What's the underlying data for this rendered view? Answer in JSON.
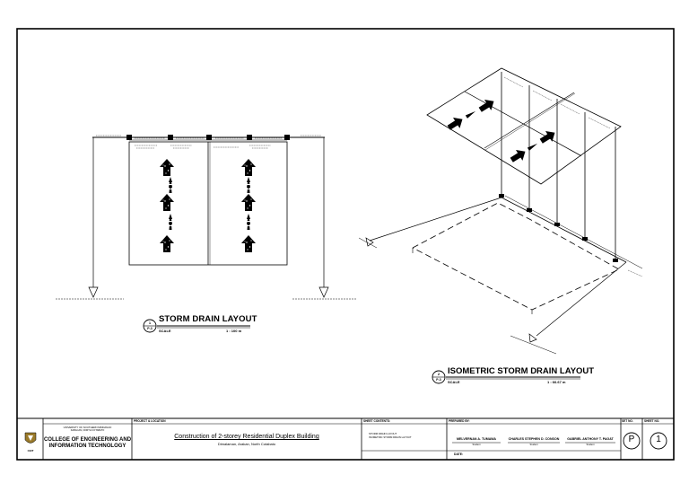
{
  "drawings": {
    "plan": {
      "title": "STORM DRAIN LAYOUT",
      "scale_label": "SCALE",
      "scale_value": "1 : 100 m",
      "callout_num": "1",
      "callout_sheet": "P-3"
    },
    "isometric": {
      "title": "ISOMETRIC STORM DRAIN LAYOUT",
      "scale_label": "SCALE",
      "scale_value": "1 : 66.67 m",
      "callout_num": "2",
      "callout_sheet": "P-3"
    }
  },
  "title_block": {
    "university_line1": "UNIVERSITY OF SOUTHERN MINDANAO",
    "university_line2": "KABACAN, NORTH COTABATO",
    "logo_text": "CEIT",
    "college_line1": "COLLEGE OF ENGINEERING AND",
    "college_line2": "INFORMATION TECHNOLOGY",
    "project_label": "PROJECT & LOCATION",
    "project_title": "Construction of 2-storey Residential Duplex Building",
    "project_location": "Dimalaman, Arakan, North Cotabato",
    "sheet_contents_label": "SHEET CONTENTS:",
    "sheet_contents_line1": "STORM DRAIN LAYOUT",
    "sheet_contents_line2": "ISOMETRIC STORM DRAIN LAYOUT",
    "prepared_by_label": "PREPARED BY:",
    "preparers": [
      {
        "name": "MELVERNAN A. TUMAWA",
        "role": "Student"
      },
      {
        "name": "CHARLES STEPHEN D. CONSON",
        "role": "Student"
      },
      {
        "name": "GABRIEL ANTHONY T. PAGAT",
        "role": "Student"
      }
    ],
    "date_label": "DATE:",
    "set_no_label": "SET NO.",
    "set_no_value": "P",
    "sheet_no_label": "SHEET NO.",
    "sheet_no_value": "1"
  },
  "colors": {
    "line": "#000000",
    "paper": "#ffffff"
  }
}
